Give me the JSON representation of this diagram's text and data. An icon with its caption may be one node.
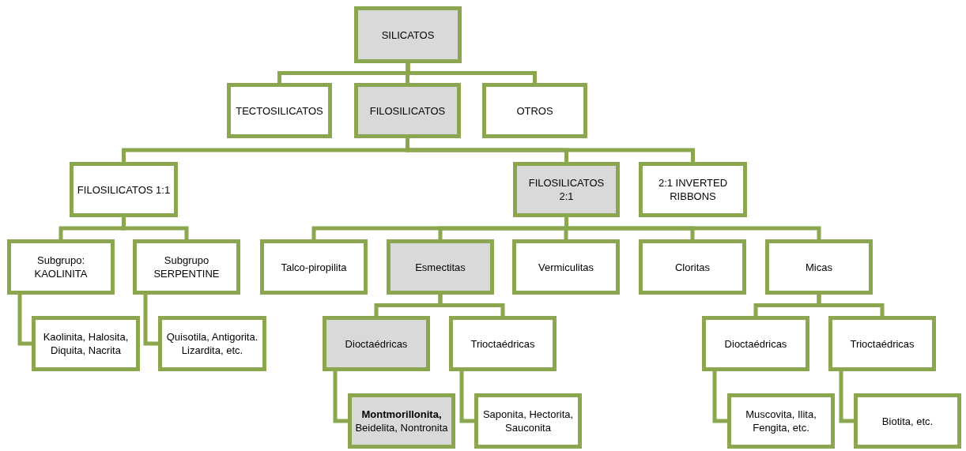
{
  "diagram": {
    "nodes": [
      {
        "text": [
          "SILICATOS"
        ]
      },
      {
        "text": [
          "TECTOSILICATOS"
        ]
      },
      {
        "text": [
          "FILOSILICATOS"
        ]
      },
      {
        "text": [
          "OTROS"
        ]
      },
      {
        "text": [
          "FILOSILICATOS 1:1"
        ]
      },
      {
        "text": [
          "FILOSILICATOS 2:1"
        ]
      },
      {
        "text": [
          "2:1 INVERTED RIBBONS"
        ]
      },
      {
        "text": [
          "Subgrupo: KAOLINITA"
        ]
      },
      {
        "text": [
          "Subgrupo SERPENTINE"
        ]
      },
      {
        "text": [
          "Talco-piropilita"
        ]
      },
      {
        "text": [
          "Esmectitas"
        ]
      },
      {
        "text": [
          "Vermiculitas"
        ]
      },
      {
        "text": [
          "Cloritas"
        ]
      },
      {
        "text": [
          "Micas"
        ]
      },
      {
        "text": [
          "Kaolinita, Halosita, Diquita, Nacrita"
        ]
      },
      {
        "text": [
          "Quisotila, Antigorita. Lizardita, etc."
        ]
      },
      {
        "text": [
          "Dioctaédricas"
        ]
      },
      {
        "text": [
          "Trioctaédricas"
        ]
      },
      {
        "text": [
          "Dioctaédricas"
        ]
      },
      {
        "text": [
          "Trioctaédricas"
        ]
      },
      {
        "text": [
          "**Montmorillonita,** Beidelita, Nontronita"
        ]
      },
      {
        "text": [
          "Saponita, Hectorita, Sauconita"
        ]
      },
      {
        "text": [
          "Muscovita, Ilita, Fengita, etc."
        ]
      },
      {
        "text": [
          "Biotita, etc."
        ]
      }
    ],
    "edges": [
      {
        "from": 0,
        "to": 1,
        "arrow": "none"
      },
      {
        "from": 0,
        "to": 2,
        "arrow": "none"
      },
      {
        "from": 0,
        "to": 3,
        "arrow": "none"
      },
      {
        "from": 2,
        "to": 4,
        "arrow": "none"
      },
      {
        "from": 2,
        "to": 5,
        "arrow": "none"
      },
      {
        "from": 2,
        "to": 6,
        "arrow": "none"
      },
      {
        "from": 4,
        "to": 7,
        "arrow": "none"
      },
      {
        "from": 4,
        "to": 8,
        "arrow": "none"
      },
      {
        "from": 5,
        "to": 9,
        "arrow": "none"
      },
      {
        "from": 5,
        "to": 10,
        "arrow": "none"
      },
      {
        "from": 5,
        "to": 11,
        "arrow": "none"
      },
      {
        "from": 5,
        "to": 12,
        "arrow": "none"
      },
      {
        "from": 5,
        "to": 13,
        "arrow": "none"
      },
      {
        "from": 7,
        "to": 14,
        "arrow": "none"
      },
      {
        "from": 8,
        "to": 15,
        "arrow": "none"
      },
      {
        "from": 10,
        "to": 16,
        "arrow": "none"
      },
      {
        "from": 10,
        "to": 17,
        "arrow": "none"
      },
      {
        "from": 13,
        "to": 18,
        "arrow": "none"
      },
      {
        "from": 13,
        "to": 19,
        "arrow": "none"
      },
      {
        "from": 16,
        "to": 20,
        "arrow": "none"
      },
      {
        "from": 17,
        "to": 21,
        "arrow": "none"
      },
      {
        "from": 18,
        "to": 22,
        "arrow": "none"
      },
      {
        "from": 19,
        "to": 23,
        "arrow": "none"
      }
    ]
  }
}
